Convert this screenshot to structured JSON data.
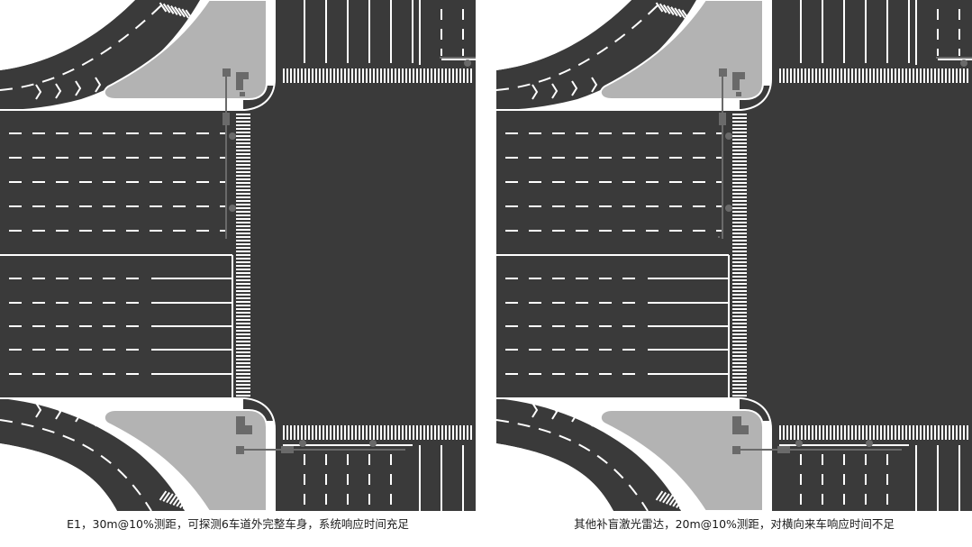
{
  "panels": [
    {
      "id": "left",
      "caption": "E1，30m@10%测距，可探测6车道外完整车身，系统响应时间充足"
    },
    {
      "id": "right",
      "caption": "其他补盲激光雷达，20m@10%测距，对横向来车响应时间不足"
    }
  ],
  "colors": {
    "road": "#3a3a3a",
    "island": "#b3b3b3",
    "marking": "#ffffff",
    "equipment": "#6a6a6a"
  }
}
